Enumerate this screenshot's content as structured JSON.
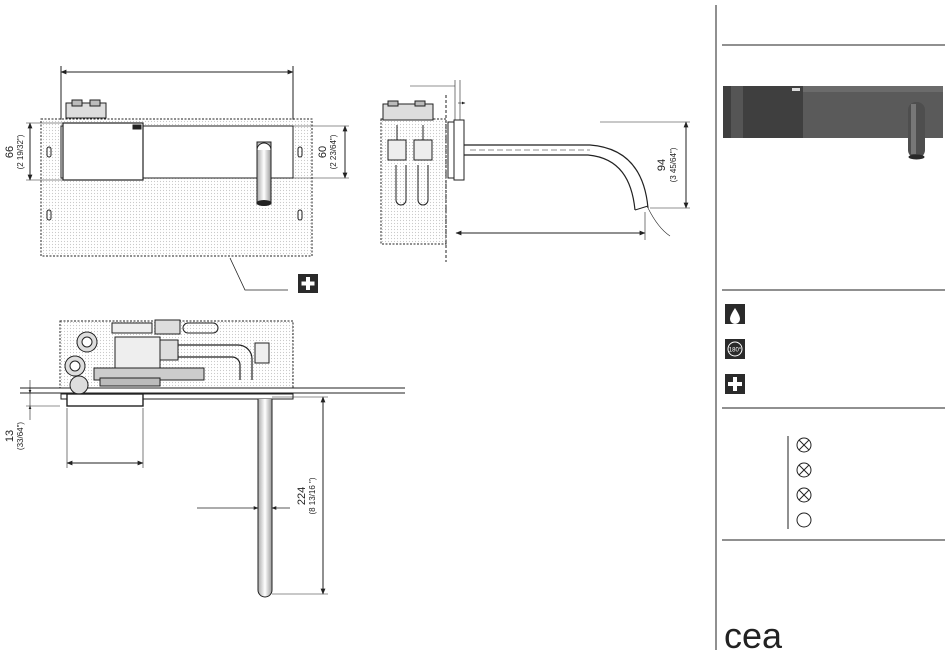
{
  "dimensions": {
    "height_66": {
      "mm": "66",
      "inch": "(2 19/32\")"
    },
    "height_60": {
      "mm": "60",
      "inch": "(2 23/64\")"
    },
    "spout_94": {
      "mm": "94",
      "inch": "(3 45/64\")"
    },
    "depth_13": {
      "mm": "13",
      "inch": "(33/64\")"
    },
    "length_224": {
      "mm": "224",
      "inch": "(8 13/16 \")"
    }
  },
  "side_panel": {
    "features": [
      {
        "icon": "water-drop-icon"
      },
      {
        "icon": "rotation-180-icon",
        "text": "180°"
      },
      {
        "icon": "plus-icon"
      }
    ],
    "options": [
      {
        "icon": "crossed-circle-icon"
      },
      {
        "icon": "crossed-circle-icon"
      },
      {
        "icon": "crossed-circle-icon"
      },
      {
        "icon": "empty-circle-icon"
      }
    ],
    "logo": "cea"
  },
  "colors": {
    "line": "#222222",
    "fill_dark": "#2a2a2a",
    "photo_grey": "#444444"
  }
}
